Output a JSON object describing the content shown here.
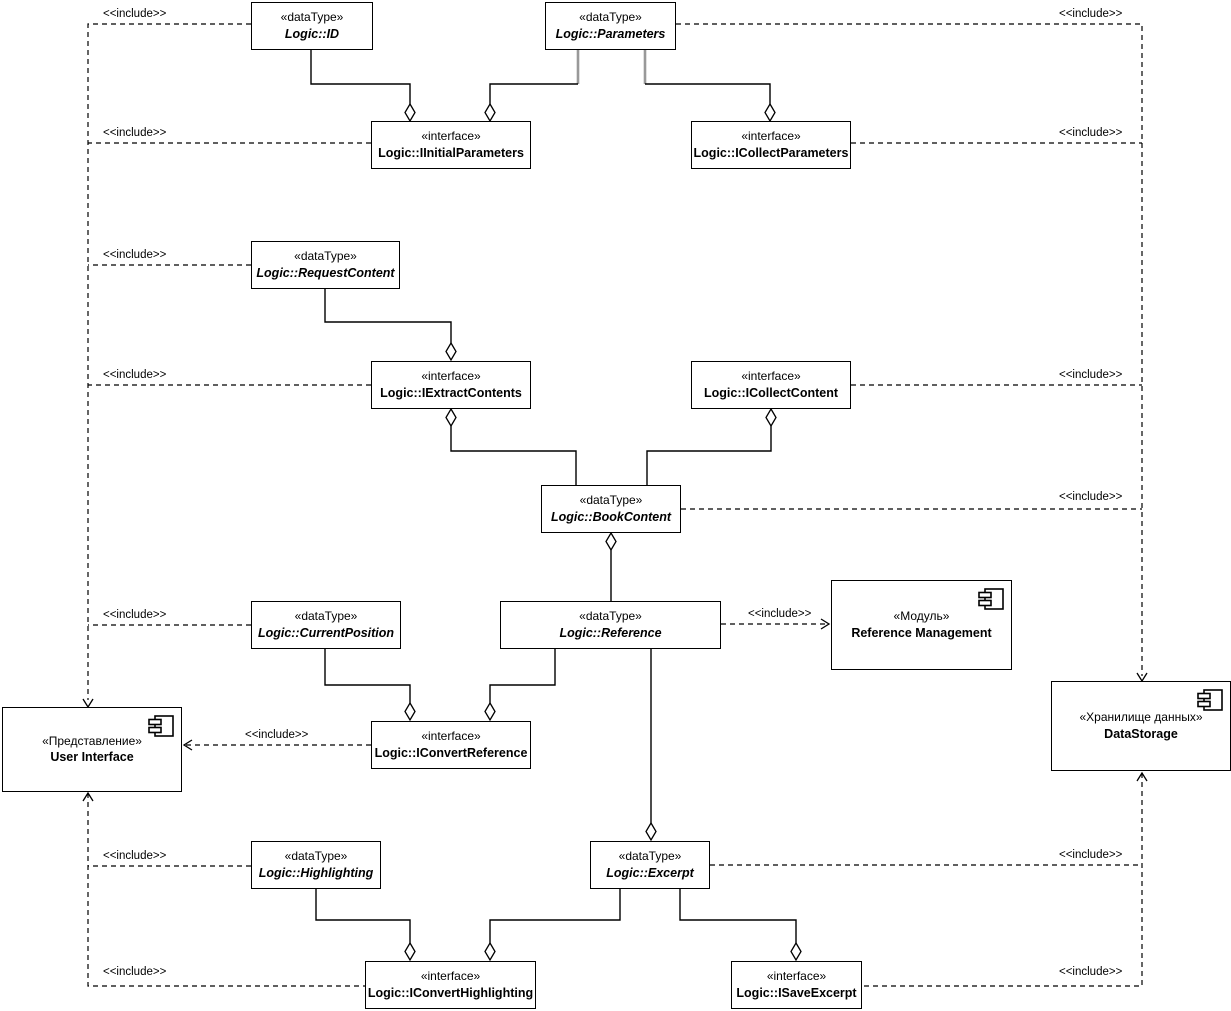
{
  "diagram": {
    "include_label": "<<include>>",
    "nodes": {
      "logic_id": {
        "stereotype": "«dataType»",
        "name": "Logic::ID"
      },
      "logic_parameters": {
        "stereotype": "«dataType»",
        "name": "Logic::Parameters"
      },
      "i_initial_parameters": {
        "stereotype": "«interface»",
        "name": "Logic::IInitialParameters"
      },
      "i_collect_parameters": {
        "stereotype": "«interface»",
        "name": "Logic::ICollectParameters"
      },
      "request_content": {
        "stereotype": "«dataType»",
        "name": "Logic::RequestContent"
      },
      "i_extract_contents": {
        "stereotype": "«interface»",
        "name": "Logic::IExtractContents"
      },
      "i_collect_content": {
        "stereotype": "«interface»",
        "name": "Logic::ICollectContent"
      },
      "book_content": {
        "stereotype": "«dataType»",
        "name": "Logic::BookContent"
      },
      "current_position": {
        "stereotype": "«dataType»",
        "name": "Logic::CurrentPosition"
      },
      "reference": {
        "stereotype": "«dataType»",
        "name": "Logic::Reference"
      },
      "reference_management": {
        "stereotype": "«Модуль»",
        "name": "Reference Management"
      },
      "user_interface": {
        "stereotype": "«Представление»",
        "name": "User Interface"
      },
      "i_convert_reference": {
        "stereotype": "«interface»",
        "name": "Logic::IConvertReference"
      },
      "data_storage": {
        "stereotype": "«Хранилище данных»",
        "name": "DataStorage"
      },
      "highlighting": {
        "stereotype": "«dataType»",
        "name": "Logic::Highlighting"
      },
      "excerpt": {
        "stereotype": "«dataType»",
        "name": "Logic::Excerpt"
      },
      "i_convert_highlighting": {
        "stereotype": "«interface»",
        "name": "Logic::IConvertHighlighting"
      },
      "i_save_excerpt": {
        "stereotype": "«interface»",
        "name": "Logic::ISaveExcerpt"
      }
    },
    "colors": {
      "line": "#000000",
      "secondary_line": "#999999",
      "background": "#ffffff"
    }
  }
}
